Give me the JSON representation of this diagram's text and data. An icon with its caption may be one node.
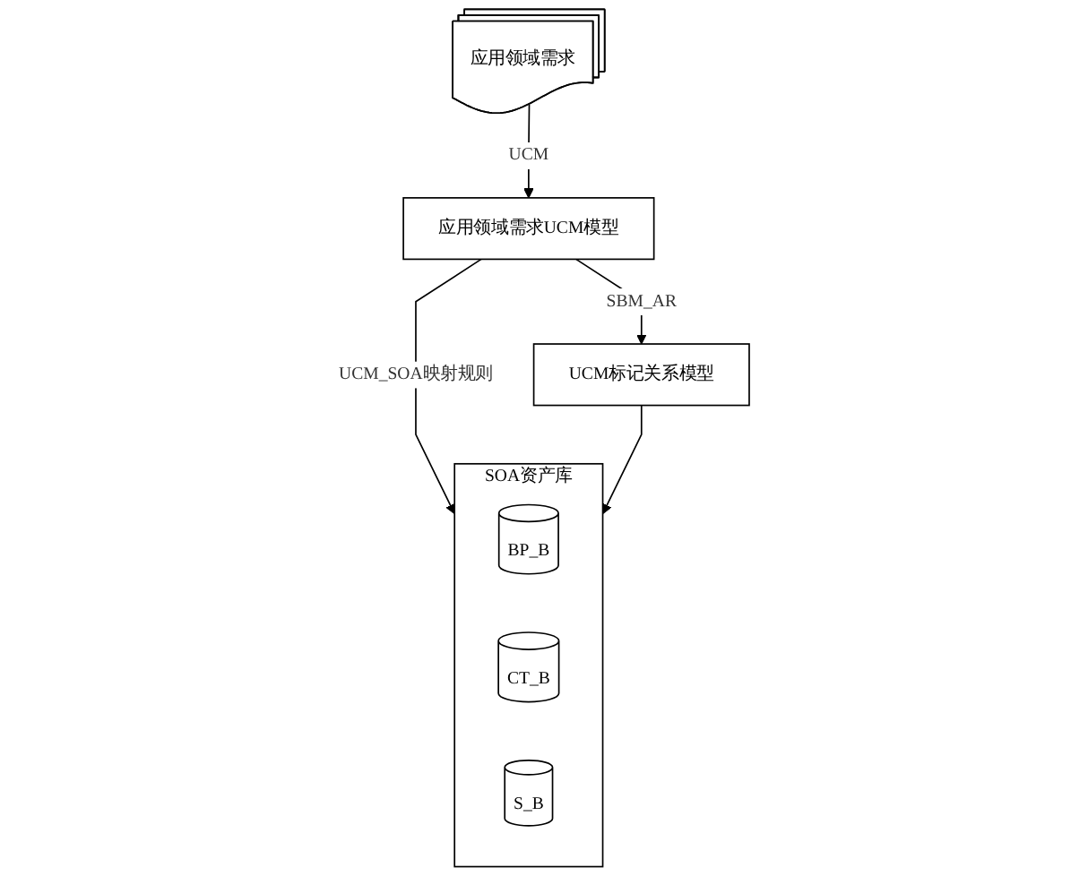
{
  "diagram": {
    "nodes": [
      {
        "text": [
          "应用领域需求"
        ]
      },
      {
        "text": [
          "应用领域需求UCM模型"
        ]
      },
      {
        "text": [
          "UCM标记关系模型"
        ]
      },
      {
        "text": [
          "SOA资产库"
        ]
      },
      {
        "text": [
          "BP_B"
        ],
        "in": 3
      },
      {
        "text": [
          "CT_B"
        ],
        "in": 3
      },
      {
        "text": [
          "S_B"
        ],
        "in": 3
      }
    ],
    "edges": [
      {
        "from": 0,
        "to": 1,
        "arrow": "to",
        "label": "UCM"
      },
      {
        "from": 1,
        "to": 2,
        "arrow": "to",
        "label": "SBM_AR"
      },
      {
        "from": 1,
        "to": 3,
        "arrow": "to",
        "label": "UCM_SOA映射规则"
      },
      {
        "from": 2,
        "to": 3,
        "arrow": "to"
      }
    ]
  }
}
